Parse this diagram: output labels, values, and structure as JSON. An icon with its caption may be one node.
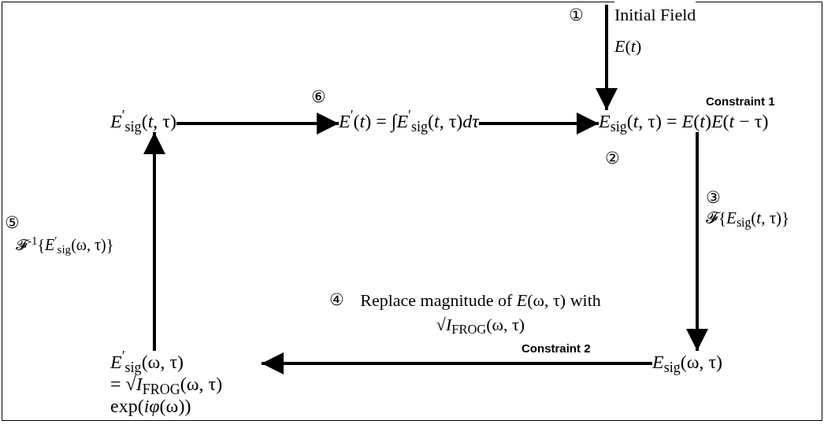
{
  "diagram": {
    "nodes": [
      {
        "text": [
          "*E*$^{′}$$_{sig}$(*t*, τ)"
        ]
      },
      {
        "text": [
          "*E*$^{′}$(*t*) = ∫*E*$^{′}$$_{sig}$(*t*, τ)*dτ*"
        ],
        "beside": [
          "⑥"
        ]
      },
      {
        "text": [
          "*E*$_{sig}$(*t*, τ) = *E*(*t*)*E*(*t* − τ)"
        ],
        "beside": [
          "②",
          "Constraint 1"
        ]
      },
      {
        "text": [
          "*E*$_{sig}$(ω, τ)"
        ]
      },
      {
        "text": [
          "*E*$^{′}$$_{sig}$(ω, τ)",
          "= √*I*$_{FROG}$(ω, τ) exp(*iφ*(ω))"
        ]
      }
    ],
    "edges": [
      {
        "from": 0,
        "to": 1,
        "arrow": "to"
      },
      {
        "from": 1,
        "to": 2,
        "arrow": "to"
      },
      {
        "from": 2,
        "to": 3,
        "arrow": "to",
        "label": "𝓕{*E*$_{sig}$(*t*, τ)}"
      },
      {
        "from": 3,
        "to": 4,
        "arrow": "to",
        "label": "Replace magnitude of *E*(ω, τ) with √*I*$_{FROG}$(ω, τ)"
      },
      {
        "from": 4,
        "to": 0,
        "arrow": "to",
        "label": "𝓕$^{-1}${*E*$^{′}$$_{sig}$(ω, τ)}"
      },
      {
        "from": null,
        "to": 2,
        "arrow": "to",
        "label": "Initial Field"
      }
    ],
    "labels": [
      "①",
      "*E*(*t*)",
      "③",
      "④",
      "⑤",
      "Constraint 2"
    ]
  }
}
